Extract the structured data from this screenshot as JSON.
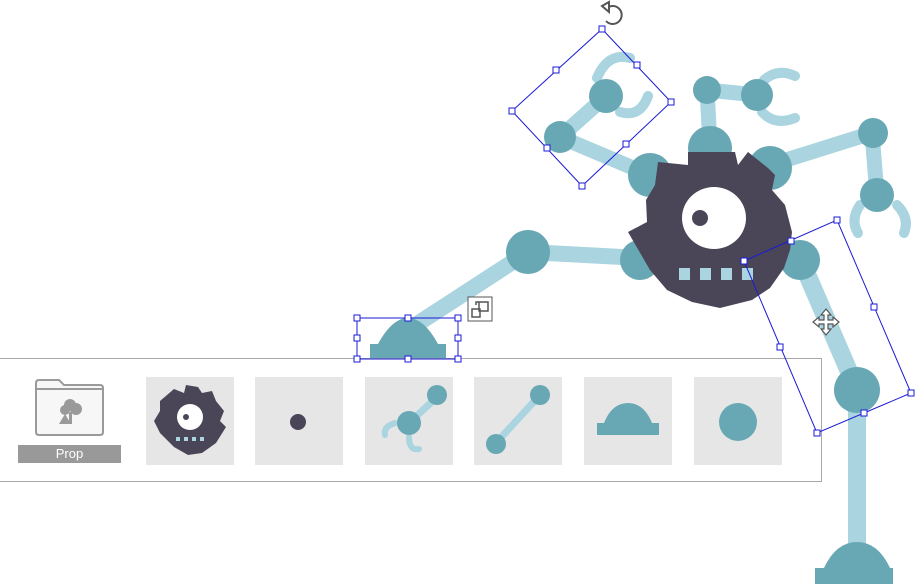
{
  "colors": {
    "robot_dark": "#4b4657",
    "robot_teal": "#68a8b4",
    "robot_light": "#a9d4e0",
    "selection": "#1a1ad6",
    "tile_bg": "#e6e6e6",
    "prop_label_bg": "#999999"
  },
  "tray": {
    "prop_label": "Prop",
    "tiles": [
      {
        "name": "robot-body-asset"
      },
      {
        "name": "pupil-dot-asset"
      },
      {
        "name": "arm-with-claw-asset"
      },
      {
        "name": "arm-segment-asset"
      },
      {
        "name": "foot-dome-asset"
      },
      {
        "name": "joint-circle-asset"
      }
    ]
  },
  "canvas_tools": {
    "rotate_icon": "rotate-icon",
    "move_icon": "move-cursor-icon",
    "replace_icon": "replace-asset-icon"
  }
}
